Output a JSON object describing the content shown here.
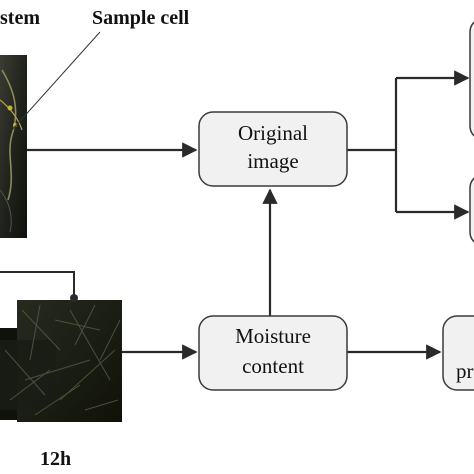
{
  "labels": {
    "system_fragment": "stem",
    "sample_cell": "Sample cell",
    "time_label": "12h"
  },
  "nodes": {
    "original_image": {
      "line1": "Original",
      "line2": "image"
    },
    "moisture_content": {
      "line1": "Moisture",
      "line2": "content"
    },
    "right_partial": {
      "line1": "pr"
    }
  },
  "colors": {
    "box_fill": "#f1f1f1",
    "box_stroke": "#3a3a3a",
    "line": "#2a2a2a",
    "photo_dark": "#151712"
  }
}
